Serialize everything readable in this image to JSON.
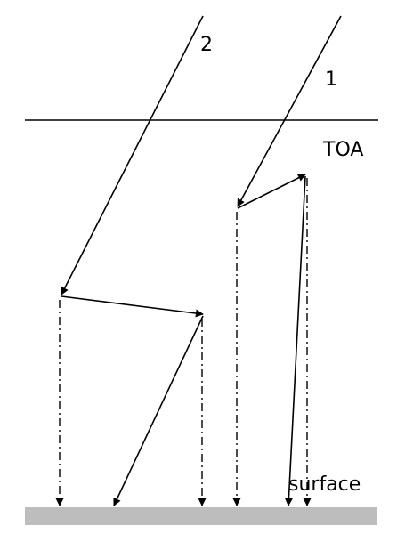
{
  "labels": {
    "ray_2": "2",
    "ray_1": "1",
    "toa": "TOA",
    "surface": "surface"
  },
  "colors": {
    "line": "#000000",
    "surface_fill": "#bdbdbd",
    "background": "#ffffff"
  }
}
